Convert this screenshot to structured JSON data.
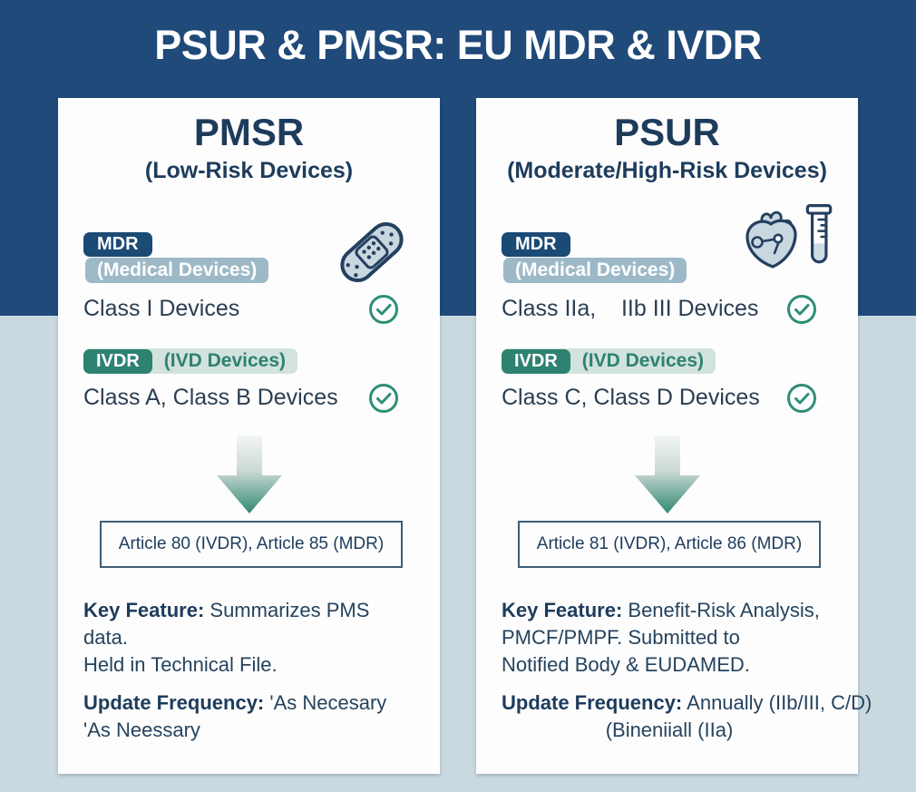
{
  "title": "PSUR & PMSR: EU MDR & IVDR",
  "colors": {
    "header_bg": "#1f4a79",
    "page_bg": "#cad9e0",
    "card_bg": "#fdfdfd",
    "navy_badge": "#1b4a74",
    "heading_text": "#1d3c5c",
    "body_text": "#25435e",
    "light_blue_badge": "#9db9c8",
    "teal_badge": "#2d8270",
    "teal_light_pill": "#d2e2dd",
    "check_green": "#2d8f77",
    "icon_fill": "#c9d7e0"
  },
  "cards": [
    {
      "title": "PMSR",
      "subtitle": "(Low-Risk Devices)",
      "mdr_badge": "MDR",
      "mdr_label": "(Medical Devices)",
      "mdr_classes": "Class I Devices",
      "ivdr_badge": "IVDR",
      "ivdr_label": "(IVD Devices)",
      "ivdr_classes": "Class A, Class B Devices",
      "article_ref": "Article 80 (IVDR), Article 85 (MDR)",
      "key_feature_label": "Key Feature:",
      "key_feature_text1": " Summarizes PMS data.",
      "key_feature_line2": "Held in Technical File.",
      "update_frequency_label": "Update Frequency:",
      "update_frequency_text1": " 'As Necesary",
      "update_frequency_line2": "'As Neessary"
    },
    {
      "title": "PSUR",
      "subtitle": "(Moderate/High-Risk Devices)",
      "mdr_badge": "MDR",
      "mdr_label": "(Medical Devices)",
      "mdr_classes": "Class IIa,    IIb III Devices",
      "ivdr_badge": "IVDR",
      "ivdr_label": "(IVD Devices)",
      "ivdr_classes": "Class C, Class D Devices",
      "article_ref": "Article 81 (IVDR), Article 86 (MDR)",
      "key_feature_label": "Key Feature:",
      "key_feature_text1": " Benefit-Risk Analysis,",
      "key_feature_line2": "PMCF/PMPF. Submitted to",
      "key_feature_line3": "Notified Body & EUDAMED.",
      "update_frequency_label": "Update Frequency:",
      "update_frequency_text1": " Annually (IIb/III, C/D)",
      "update_frequency_line2": "(Bineniiall (IIa)"
    }
  ]
}
